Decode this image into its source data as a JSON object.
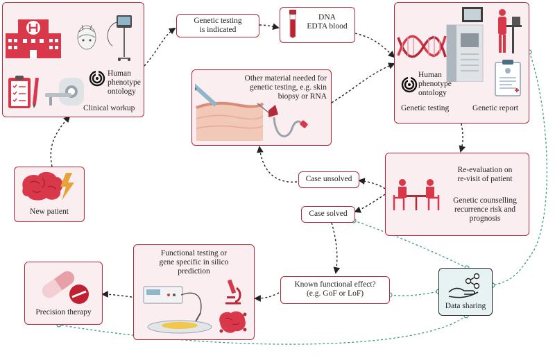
{
  "nodes": {
    "clinical_workup": {
      "hpo_lines": [
        "Human",
        "phenotype",
        "ontology"
      ],
      "caption": "Clinical workup"
    },
    "genetic_testing_indicated": [
      "Genetic testing",
      "is indicated"
    ],
    "dna_blood": [
      "DNA",
      "EDTA blood"
    ],
    "other_material": [
      "Other material needed for",
      "genetic testing, e.g. skin",
      "biopsy or RNA"
    ],
    "genetic_lab": {
      "hpo_lines": [
        "Human",
        "phenotype",
        "ontology"
      ],
      "testing_caption": "Genetic testing",
      "report_caption": "Genetic report"
    },
    "new_patient": "New patient",
    "case_unsolved": "Case unsolved",
    "case_solved": "Case solved",
    "reevaluation": {
      "revisit": [
        "Re-evaluation on",
        "re-visit of patient"
      ],
      "counselling": [
        "Genetic counselling",
        "recurrence risk and",
        "prognosis"
      ]
    },
    "functional_testing": [
      "Functional testing or",
      "gene specific in silico",
      "prediction"
    ],
    "known_effect": [
      "Known functional effect?",
      "(e.g. GoF or LoF)"
    ],
    "precision_therapy": "Precision therapy",
    "data_sharing": "Data sharing"
  },
  "colors": {
    "border": "#b5293a",
    "fill_pink": "#fbeef0",
    "accent_red": "#d9384a",
    "teal_dash": "#3a9a88",
    "teal_fill": "#e7f3f2",
    "flow_arrow": "#222222",
    "icon_gold": "#e8a23a"
  },
  "icons": [
    "hospital-icon",
    "eeg-headset-icon",
    "patient-monitor-icon",
    "clipboard-icon",
    "mri-scanner-icon",
    "hpo-logo-icon",
    "blood-tube-icon",
    "dna-helix-icon",
    "sequencer-icon",
    "scientist-at-desk-icon",
    "report-document-icon",
    "skin-biopsy-icon",
    "butterfly-needle-icon",
    "brain-lightning-icon",
    "counselling-meeting-icon",
    "electrophysiology-rig-icon",
    "microscope-icon",
    "brain-network-icon",
    "pill-capsule-icon",
    "hand-network-icon"
  ]
}
